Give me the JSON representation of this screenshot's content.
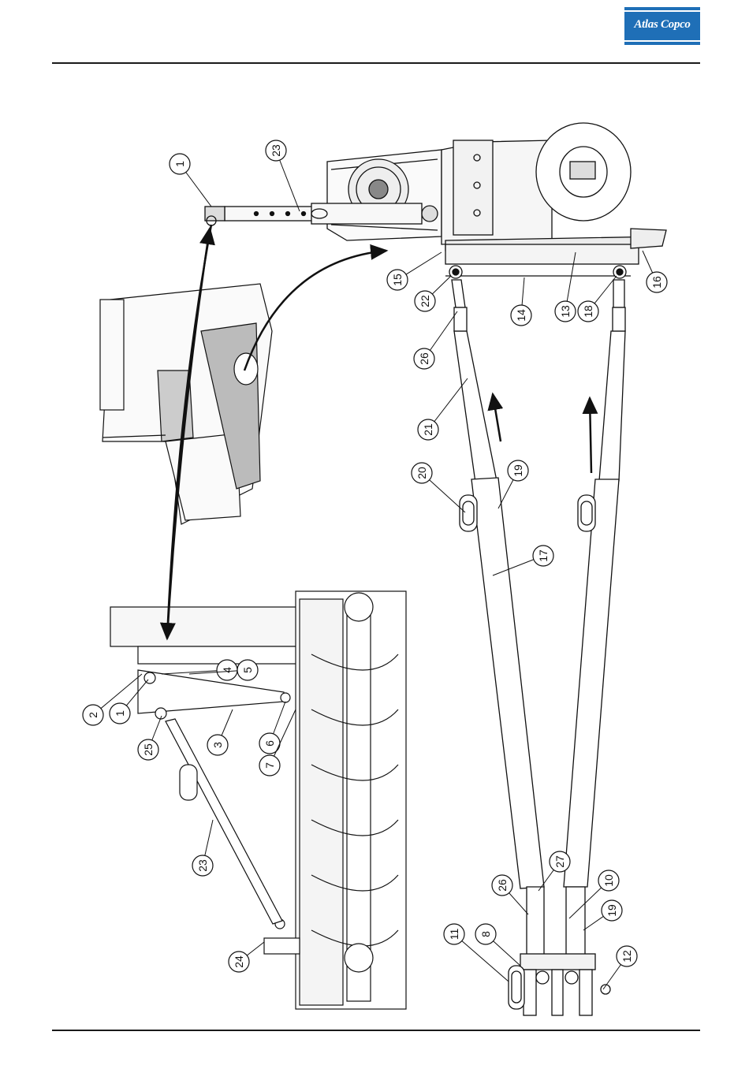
{
  "header": {
    "logo_text": "Atlas Copco",
    "brand_color": "#1f6fb7"
  },
  "diagram": {
    "callouts": [
      "1",
      "2",
      "3",
      "4",
      "5",
      "6",
      "7",
      "8",
      "10",
      "11",
      "12",
      "13",
      "14",
      "15",
      "16",
      "17",
      "18",
      "19",
      "20",
      "21",
      "22",
      "23",
      "24",
      "25",
      "26",
      "27"
    ]
  }
}
